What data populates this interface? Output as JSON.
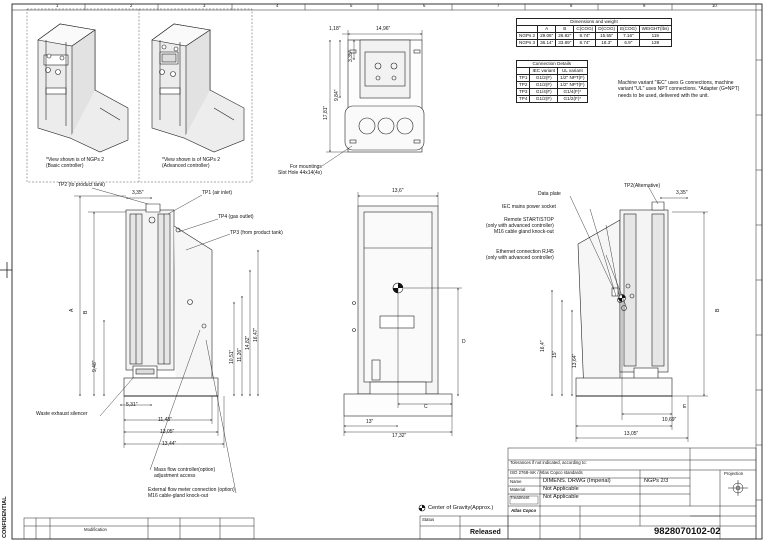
{
  "dimensions_table": {
    "title": "Dimensions and weight",
    "headers": [
      "",
      "A",
      "B",
      "C(COG)",
      "D(COG)",
      "E(COG)",
      "WEIGHT(lbs)"
    ],
    "rows": [
      [
        "NGPs 2",
        "29.06\"",
        "26.92\"",
        "8.74\"",
        "15.55\"",
        "7.16\"",
        "119"
      ],
      [
        "NGPs 3",
        "36.14\"",
        "33.89\"",
        "8.74\"",
        "18.3\"",
        "6.9\"",
        "139"
      ]
    ]
  },
  "connection_table": {
    "title": "Connection Details",
    "headers": [
      "",
      "IEC variant",
      "UL variant"
    ],
    "rows": [
      [
        "TP1",
        "G1/2(F)",
        "1/2\" NPT(F)"
      ],
      [
        "TP2",
        "G1/2(F)",
        "1/2\" NPT(F)"
      ],
      [
        "TP3",
        "G1/4(F)",
        "G1/4(F)*"
      ],
      [
        "TP4",
        "G1/2(F)",
        "G1/2(F)*"
      ]
    ]
  },
  "machine_note": "Machine variant \"IEC\" uses G connections, machine variant \"UL\" uses NPT connections. *Adapter (G=NPT) needs to be used, delivered with the unit.",
  "captions": {
    "basic": "*View shown is of NGPs 2\n(Basic controller)",
    "advanced": "*View shown is of NGPs 2\n(Advanced controller)",
    "mountings": "For mountings\nSlot Hole 44x14(4x)",
    "cog": "Center of Gravity(Approx.)"
  },
  "callouts": {
    "tp2_product_tank": "TP2 (to product tank)",
    "tp1": "TP1 (air inlet)",
    "tp4": "TP4 (gas outlet)",
    "tp3": "TP3 (from product tank)",
    "waste_exhaust": "Waste exhaust silencer",
    "mass_flow": "Mass flow controller(option)\nadjustment access",
    "ext_flow": "External flow meter connection (option)\nM16 cable-gland knock-out",
    "data_plate": "Data plate",
    "iec_socket": "IEC mains power socket",
    "remote": "Remote START/STOP\n(only with advanced controller)\nM16 cable gland knock-out",
    "ethernet": "Ethernet connection RJ45\n(only with advanced controller)",
    "tp2_alt": "TP2(Alternative)"
  },
  "dims": {
    "top_118": "1,18\"",
    "top_1496": "14,96\"",
    "top_335v": "3,35\"",
    "top_984": "9,84\"",
    "top_1781": "17,81\"",
    "side_335": "3,35\"",
    "side_948": "9,48\"",
    "side_531": "5,31\"",
    "side_1148": "11,48\"",
    "side_1305": "13,05\"",
    "side_1344": "13,44\"",
    "side_1051": "10,51\"",
    "side_1126": "11,26\"",
    "side_1482": "14,82\"",
    "side_1647": "16,47\"",
    "A": "A",
    "B": "B",
    "front_136": "13,6\"",
    "front_D": "D",
    "front_C": "C",
    "front_13": "13\"",
    "front_1732": "17,32\"",
    "rear_335": "3,35\"",
    "rear_164": "16,4\"",
    "rear_15": "15\"",
    "rear_1364": "13,64\"",
    "rear_B": "B",
    "rear_E": "E",
    "rear_1069": "10,69\"",
    "rear_1305": "13,05\""
  },
  "border_numbers": [
    "1",
    "2",
    "3",
    "4",
    "5",
    "6",
    "7",
    "8",
    "9",
    "10"
  ],
  "title_block": {
    "title": "DIMENS. DRWG (Imperial)",
    "product": "NGPs 2/3",
    "material": "Not Applicable",
    "treatment": "Not Applicable",
    "drawing_no": "9828070102-02",
    "status": "Released",
    "confidential": "CONFIDENTIAL",
    "label_material": "Material",
    "label_treatment": "Treatment",
    "label_name": "Name",
    "tolerance_note": "Tolerances if not indicated, according to:",
    "standard_note": "ISO 2768-mK / Atlas Copco standards",
    "brand": "Atlas Copco",
    "projection": "Projection",
    "modification": "Modification",
    "status_label": "Status"
  }
}
